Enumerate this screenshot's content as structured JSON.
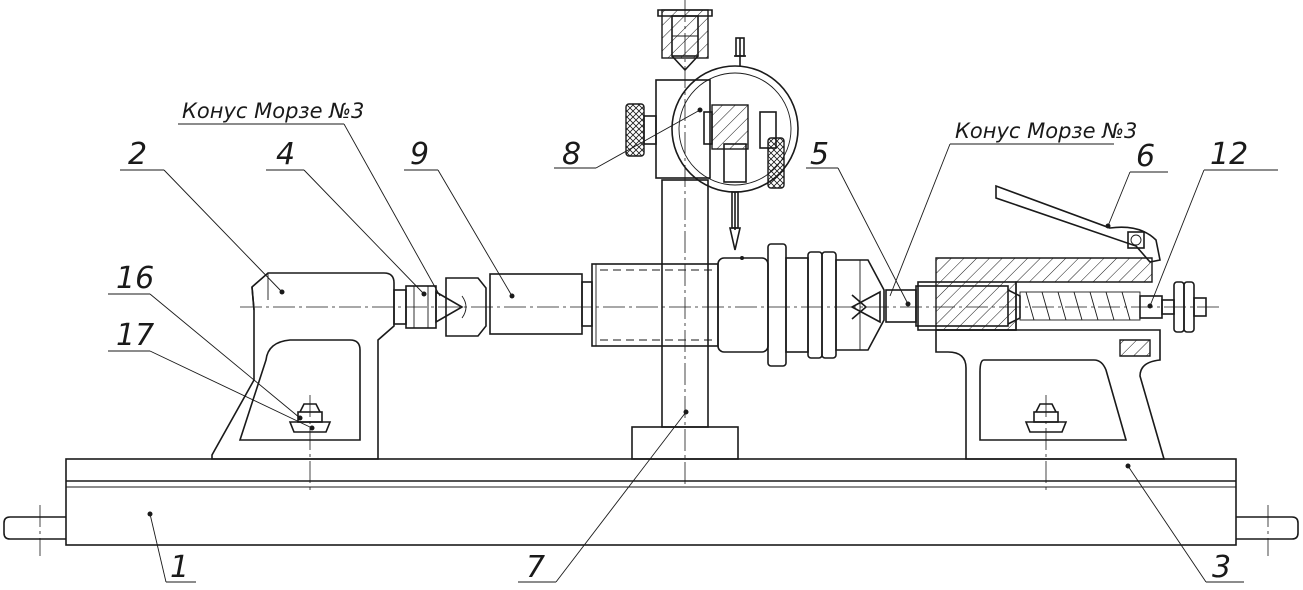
{
  "labels": {
    "morse_left": "Конус Морзе №3",
    "morse_right": "Конус Морзе №3",
    "p1": "1",
    "p2": "2",
    "p3": "3",
    "p4": "4",
    "p5": "5",
    "p6": "6",
    "p7": "7",
    "p8": "8",
    "p9": "9",
    "p12": "12",
    "p16": "16",
    "p17": "17"
  }
}
